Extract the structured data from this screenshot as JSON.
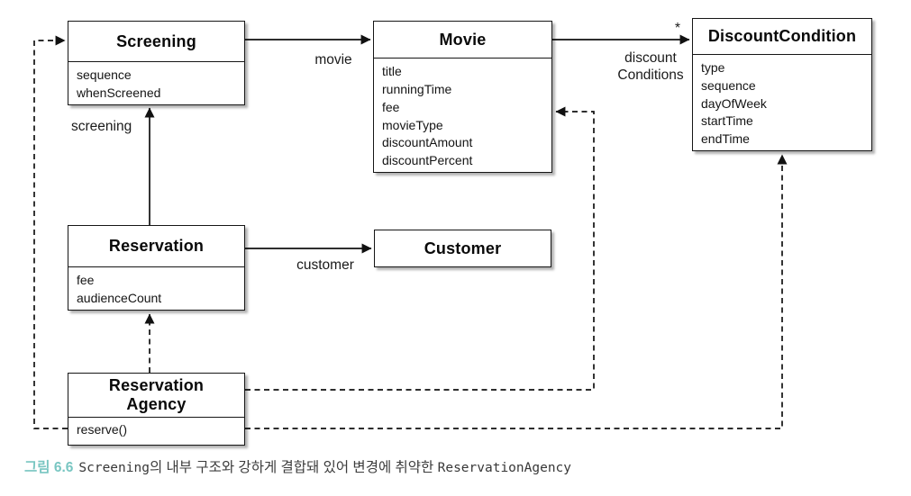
{
  "diagram": {
    "type": "uml-class-diagram",
    "boxes": {
      "screening": {
        "name": "Screening",
        "attrs": [
          "sequence",
          "whenScreened"
        ]
      },
      "movie": {
        "name": "Movie",
        "attrs": [
          "title",
          "runningTime",
          "fee",
          "movieType",
          "discountAmount",
          "discountPercent"
        ]
      },
      "discountCondition": {
        "name": "DiscountCondition",
        "attrs": [
          "type",
          "sequence",
          "dayOfWeek",
          "startTime",
          "endTime"
        ]
      },
      "reservation": {
        "name": "Reservation",
        "attrs": [
          "fee",
          "audienceCount"
        ]
      },
      "customer": {
        "name": "Customer"
      },
      "reservationAgency": {
        "nameLine1": "Reservation",
        "nameLine2": "Agency",
        "attrs": [
          "reserve()"
        ]
      }
    },
    "labels": {
      "movie": "movie",
      "discountConditionsLine1": "discount",
      "discountConditionsLine2": "Conditions",
      "multiplicityStar": "*",
      "screening": "screening",
      "customer": "customer"
    },
    "edges": [
      {
        "from": "Screening",
        "to": "Movie",
        "label": "movie",
        "style": "solid"
      },
      {
        "from": "Movie",
        "to": "DiscountCondition",
        "label": "discountConditions",
        "multiplicity": "*",
        "style": "solid"
      },
      {
        "from": "Reservation",
        "to": "Screening",
        "label": "screening",
        "style": "solid"
      },
      {
        "from": "Reservation",
        "to": "Customer",
        "label": "customer",
        "style": "solid"
      },
      {
        "from": "ReservationAgency",
        "to": "Reservation",
        "style": "dashed"
      },
      {
        "from": "ReservationAgency",
        "to": "Screening",
        "style": "dashed"
      },
      {
        "from": "ReservationAgency",
        "to": "Movie",
        "style": "dashed"
      },
      {
        "from": "ReservationAgency",
        "to": "DiscountCondition",
        "style": "dashed"
      }
    ]
  },
  "caption": {
    "figure": "그림 6.6",
    "code1": "Screening",
    "middle": "의 내부 구조와 강하게 결합돼 있어 변경에 취약한 ",
    "code2": "ReservationAgency",
    "accentColor": "#79c6c2"
  }
}
